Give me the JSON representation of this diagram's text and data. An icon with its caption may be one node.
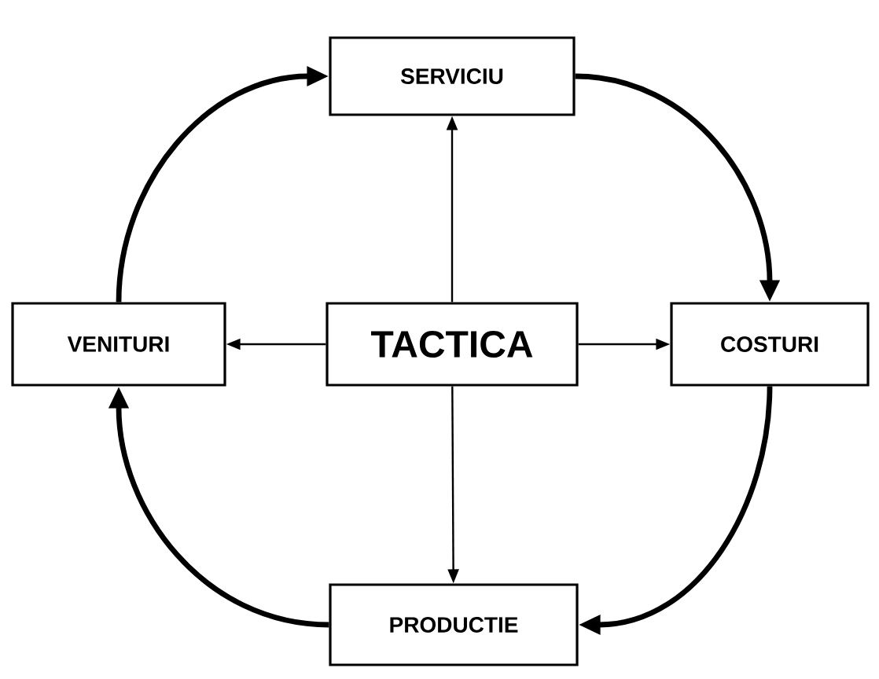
{
  "diagram": {
    "nodes": [
      {
        "text": [
          "SERVICIU"
        ]
      },
      {
        "text": [
          "VENITURI"
        ]
      },
      {
        "text": [
          "TACTICA"
        ]
      },
      {
        "text": [
          "COSTURI"
        ]
      },
      {
        "text": [
          "PRODUCTIE"
        ]
      }
    ],
    "edges": [
      {
        "from": 2,
        "to": 0,
        "arrow": "to"
      },
      {
        "from": 2,
        "to": 1,
        "arrow": "to"
      },
      {
        "from": 2,
        "to": 3,
        "arrow": "to"
      },
      {
        "from": 2,
        "to": 4,
        "arrow": "to"
      },
      {
        "from": 1,
        "to": 0,
        "arrow": "to",
        "style": "thick"
      },
      {
        "from": 0,
        "to": 3,
        "arrow": "to",
        "style": "thick"
      },
      {
        "from": 3,
        "to": 4,
        "arrow": "to",
        "style": "thick"
      },
      {
        "from": 4,
        "to": 1,
        "arrow": "to",
        "style": "thick"
      }
    ]
  }
}
